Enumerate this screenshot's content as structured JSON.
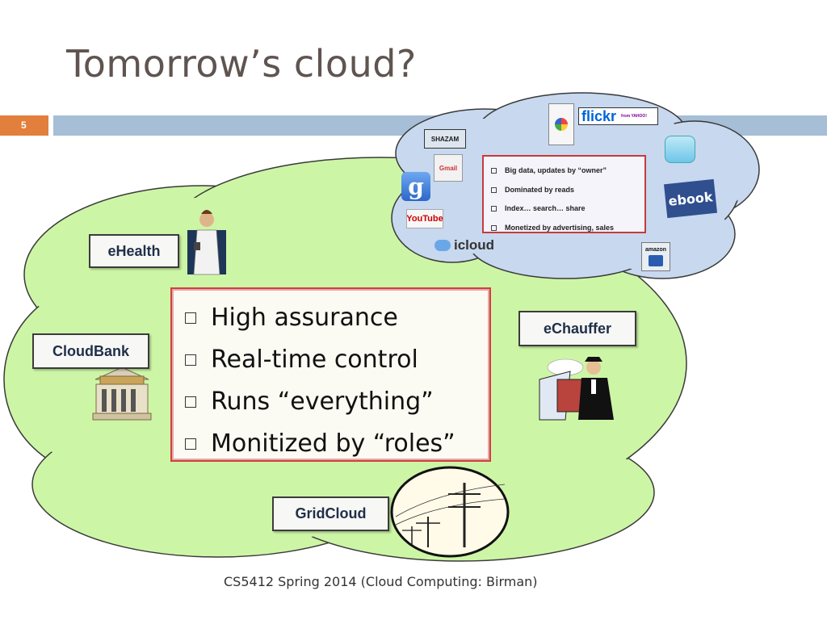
{
  "slide": {
    "title": "Tomorrow’s cloud?",
    "number": "5",
    "footer": "CS5412 Spring 2014 (Cloud Computing: Birman)"
  },
  "labels": {
    "ehealth": "eHealth",
    "cloudbank": "CloudBank",
    "echauffer": "eChauffer",
    "gridcloud": "GridCloud"
  },
  "main_bullets": [
    "High assurance",
    "Real-time control",
    "Runs “everything”",
    "Monitized by “roles”"
  ],
  "small_bullets": [
    "Big data, updates by “owner”",
    "Dominated by reads",
    "Index… search… share",
    "Monetized by advertising, sales"
  ],
  "logos": {
    "shazam": "SHAZAM",
    "flickr": "flickr",
    "flickr_yahoo": "from YAHOO!",
    "gmail": "Gmail",
    "google": "g",
    "youtube": "YouTube",
    "icloud": "icloud",
    "amazon": "amazon",
    "facebook": "ebook"
  },
  "colors": {
    "green_cloud": "#cdf5a6",
    "blue_cloud": "#c7d8ef",
    "accent_orange": "#e27f3c",
    "rule_blue": "#a6bed6",
    "box_border_red": "#d04040"
  }
}
